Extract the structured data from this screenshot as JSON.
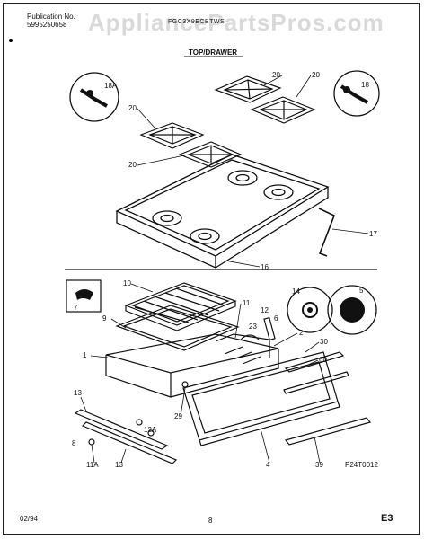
{
  "header": {
    "publication_label": "Publication No.",
    "publication_number": "5995250658",
    "model": "FGC3X9ECBTWS",
    "section_title": "TOP/DRAWER",
    "watermark": "AppliancePartsPros.com"
  },
  "footer": {
    "date": "02/94",
    "page": "8",
    "code": "E3"
  },
  "drawing_code": "P24T0012",
  "callouts": {
    "c18A": "18A",
    "c18": "18",
    "c20a": "20",
    "c20b": "20",
    "c20c": "20",
    "c20d": "20",
    "c17": "17",
    "c16": "16",
    "c10": "10",
    "c7": "7",
    "c9": "9",
    "c11": "11",
    "c12": "12",
    "c23": "23",
    "c6": "6",
    "c14": "14",
    "c5": "5",
    "c1": "1",
    "c2": "2",
    "c30": "30",
    "c60": "60",
    "c13a": "13",
    "c29": "29",
    "c12A": "12A",
    "c8": "8",
    "c11A": "11A",
    "c13b": "13",
    "c4": "4",
    "c39": "39"
  }
}
